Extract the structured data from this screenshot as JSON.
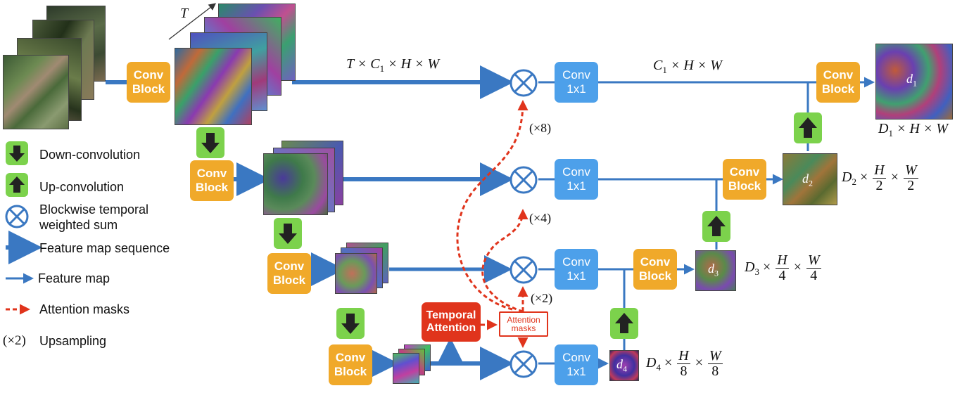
{
  "legend": {
    "down_conv": "Down-convolution",
    "up_conv": "Up-convolution",
    "weighted_sum": "Blockwise temporal\nweighted sum",
    "feature_seq": "Feature map sequence",
    "feature_map": "Feature map",
    "attention_masks": "Attention masks",
    "upsampling_symbol": "(×2)",
    "upsampling": "Upsampling"
  },
  "blocks": {
    "conv_block": "Conv\nBlock",
    "conv1x1": "Conv\n1x1",
    "temporal_attention": "Temporal\nAttention",
    "attention_masks_box": "Attention\nmasks"
  },
  "labels": {
    "T": "T",
    "seq_dims": "T × C",
    "seq_sub": "1",
    "seq_rest": " × H × W",
    "map_dims": "C",
    "map_sub": "1",
    "map_rest": " × H × W",
    "D1": "D",
    "D1_sub": "1",
    "D1_rest": " × H × W",
    "D2": "D",
    "D2_sub": "2",
    "D3": "D",
    "D3_sub": "3",
    "D4": "D",
    "D4_sub": "4",
    "times": "×",
    "H": "H",
    "W": "W",
    "two": "2",
    "four": "4",
    "eight": "8",
    "up8": "(×8)",
    "up4": "(×4)",
    "up2": "(×2)",
    "d1": "d",
    "d1_sub": "1",
    "d2": "d",
    "d2_sub": "2",
    "d3": "d",
    "d3_sub": "3",
    "d4": "d",
    "d4_sub": "4"
  },
  "colors": {
    "conv_block": "#f0a92a",
    "conv1x1": "#4da0ea",
    "arrow_blue": "#3a78c2",
    "attention_red": "#e0341c",
    "up_down_green": "#7cd24c"
  }
}
